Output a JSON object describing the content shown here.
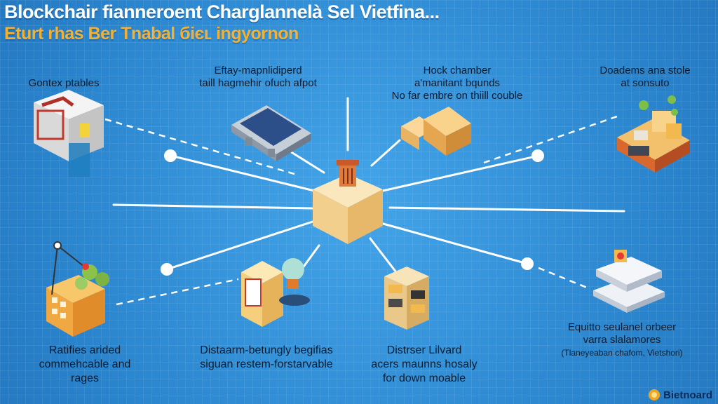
{
  "header": {
    "title": "Blockchair fianneroent Charglannelà Sel Vietfina...",
    "subtitle": "Eturt rhas Ber Tnabal бiєʟ ingyornon"
  },
  "nodes": {
    "top_left": {
      "lines": [
        "Gontex ptables"
      ]
    },
    "top_center_left": {
      "lines": [
        "Eftay-mapnlidiperd",
        "taill hagmehir ofuch afpot"
      ]
    },
    "top_center_right": {
      "lines": [
        "Hock chamber",
        "a'manitant bqunds",
        "No far embre on thiill couble"
      ]
    },
    "top_right": {
      "lines": [
        "Doadems ana stole",
        "at sonsuto"
      ]
    },
    "bottom_left": {
      "lines": [
        "Ratifies arided",
        "commehcable and",
        "rages"
      ]
    },
    "bottom_center_left": {
      "lines": [
        "Distaarm-betungly begifias",
        "siguan restem-forstarvable"
      ]
    },
    "bottom_center_right": {
      "lines": [
        "Distrser Lilvard",
        "acers maunns hosaly",
        "for down moable"
      ]
    },
    "bottom_right": {
      "lines": [
        "Equitto seulanel orbeer",
        "varra slalamores",
        "(Tlaneyeaban chafom, Vietshori)"
      ]
    }
  },
  "brand": {
    "name": "Bietnoard",
    "icon": "gear-coin-icon"
  },
  "colors": {
    "background": "#2f8fd6",
    "title": "#ffffff",
    "subtitle": "#f2b133",
    "connector": "#ffffff"
  }
}
